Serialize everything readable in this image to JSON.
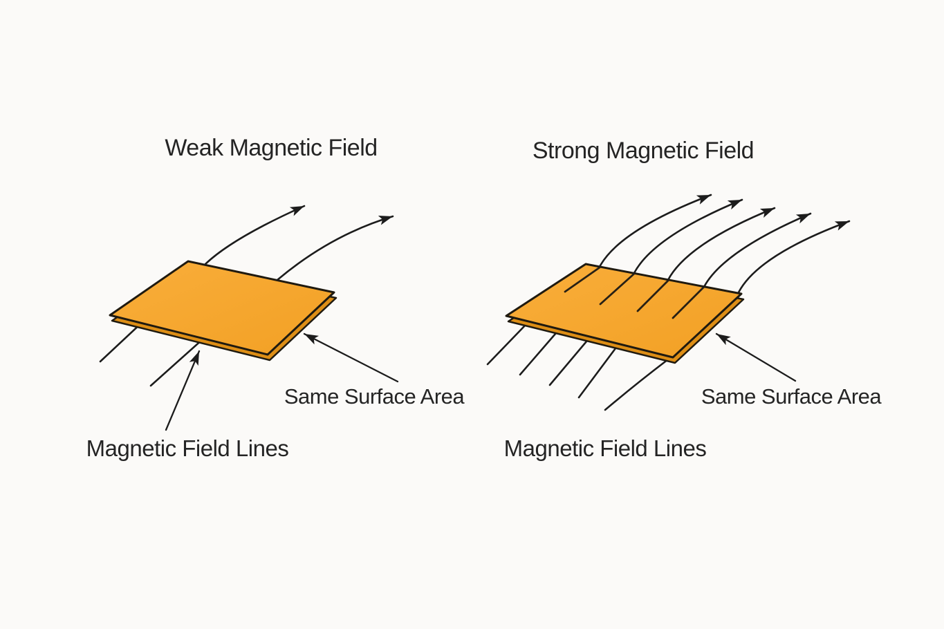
{
  "figure": {
    "background_color": "#FBFAF8",
    "line_color": "#1C1C1C",
    "text_color": "#242424",
    "plate_color": "#F7A62C",
    "plate_edge_color": "#DD8E16",
    "panels": [
      {
        "id": "weak",
        "title": "Weak Magnetic Field",
        "field_line_count": 2,
        "surface_label": "Same Surface Area",
        "lines_label": "Magnetic Field Lines"
      },
      {
        "id": "strong",
        "title": "Strong Magnetic Field",
        "field_line_count": 5,
        "surface_label": "Same Surface Area",
        "lines_label": "Magnetic Field Lines"
      }
    ]
  }
}
